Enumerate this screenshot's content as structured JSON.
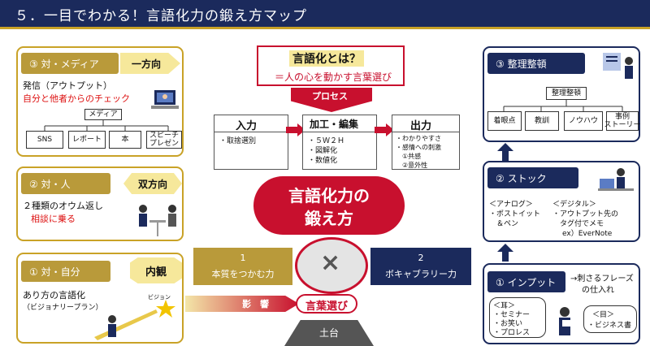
{
  "header": {
    "title": "５．一目でわかる！言語化力の鍛え方マップ"
  },
  "left": {
    "media": {
      "tag": "③ 対・メディア",
      "direction": "一方向",
      "line1": "発信（アウトプット）",
      "line2": "自分と他者からのチェック",
      "root": "メディア",
      "children": [
        "SNS",
        "レポート",
        "本",
        "スピーチ\nプレゼン"
      ]
    },
    "person": {
      "tag": "② 対・人",
      "direction": "双方向",
      "line1": "２種類のオウム返し",
      "line2": "相談に乗る"
    },
    "self": {
      "tag": "① 対・自分",
      "direction": "内観",
      "line1": "あり方の言語化",
      "line2": "（ビジョナリープラン）",
      "star_label": "ビジョン"
    }
  },
  "center": {
    "def_title": "言語化とは？",
    "def_sub": "＝人の心を動かす言葉選び",
    "process_label": "プロセス",
    "steps": [
      {
        "title": "入力",
        "items": [
          "・取捨選別"
        ]
      },
      {
        "title": "加工・編集",
        "items": [
          "・５Ｗ２Ｈ",
          "・図解化",
          "・数値化"
        ]
      },
      {
        "title": "出力",
        "items": [
          "・わかりやすさ",
          "・感情への刺激",
          "　①共感",
          "　②意外性"
        ]
      }
    ],
    "main_title_1": "言語化力の",
    "main_title_2": "鍛え方",
    "left_block_num": "1",
    "left_block_label": "本質をつかむ力",
    "cross": "×",
    "right_block_num": "2",
    "right_block_label": "ボキャブラリー力",
    "influence": "影　響",
    "word_choice": "言葉選び",
    "foundation": "土台"
  },
  "right": {
    "organize": {
      "tag": "③ 整理整頓",
      "root": "整理整頓",
      "children": [
        "着眼点",
        "教訓",
        "ノウハウ",
        "事例\nストーリー"
      ]
    },
    "stock": {
      "tag": "② ストック",
      "analog_title": "＜アナログ＞",
      "analog_items": [
        "・ポストイット",
        "　＆ペン"
      ],
      "digital_title": "＜デジタル＞",
      "digital_items": [
        "・アウトプット先の",
        "　タグ付でメモ",
        "ex）EverNote"
      ]
    },
    "input": {
      "tag": "① インプット",
      "desc1": "→刺さるフレーズ",
      "desc2": "の仕入れ",
      "ear_title": "＜耳＞",
      "ear_items": [
        "・セミナー",
        "・お笑い",
        "・プロレス"
      ],
      "eye_title": "＜目＞",
      "eye_items": [
        "・ビジネス書"
      ]
    }
  },
  "colors": {
    "navy": "#1b2a5c",
    "gold": "#c9a227",
    "red": "#c8102e"
  }
}
